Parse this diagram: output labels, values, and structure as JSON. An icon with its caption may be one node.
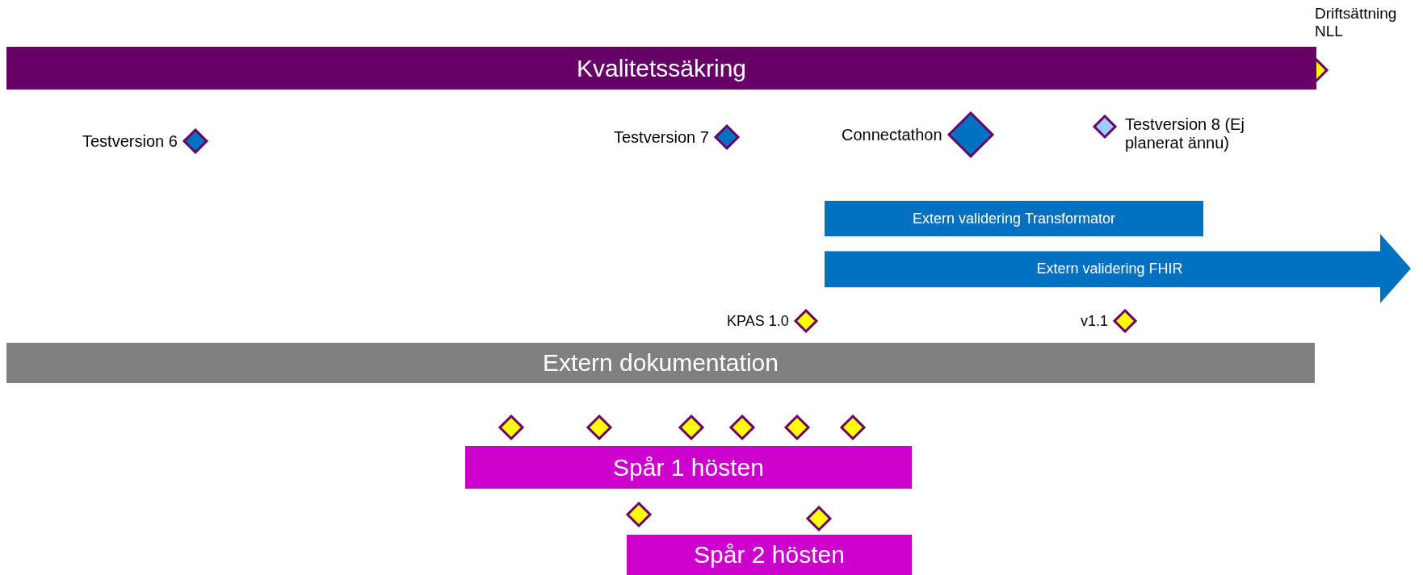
{
  "diagram": {
    "nodes": [
      {
        "text": [
          "Driftsättning NLL"
        ]
      },
      {
        "text": [
          "Kvalitetssäkring"
        ]
      },
      {
        "text": [
          "Testversion 6"
        ]
      },
      {
        "text": [
          "Testversion 7"
        ]
      },
      {
        "text": [
          "Connectathon"
        ]
      },
      {
        "text": [
          "Testversion 8 (Ej planerat ännu)"
        ]
      },
      {
        "text": [
          "Extern validering Transformator"
        ]
      },
      {
        "text": [
          "Extern validering FHIR"
        ]
      },
      {
        "text": [
          "KPAS 1.0"
        ]
      },
      {
        "text": [
          "v1.1"
        ]
      },
      {
        "text": [
          "Extern dokumentation"
        ]
      },
      {
        "text": [],
        "shape": "diamond"
      },
      {
        "text": [],
        "shape": "diamond"
      },
      {
        "text": [],
        "shape": "diamond"
      },
      {
        "text": [],
        "shape": "diamond"
      },
      {
        "text": [],
        "shape": "diamond"
      },
      {
        "text": [],
        "shape": "diamond"
      },
      {
        "text": [
          "Spår 1 hösten"
        ]
      },
      {
        "text": [],
        "shape": "diamond"
      },
      {
        "text": [],
        "shape": "diamond"
      },
      {
        "text": [
          "Spår 2 hösten"
        ]
      }
    ]
  }
}
